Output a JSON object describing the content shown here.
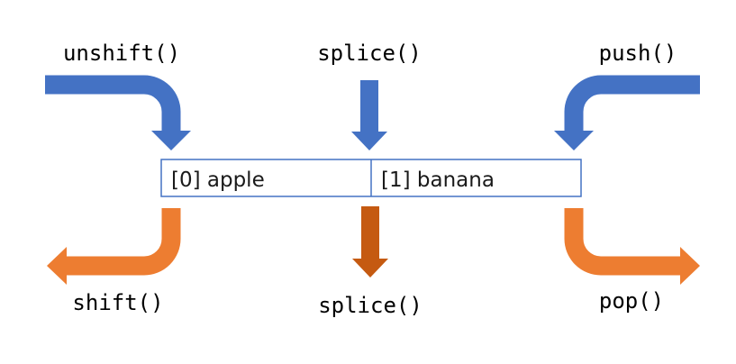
{
  "labels": {
    "unshift": "unshift()",
    "splice_in": "splice()",
    "push": "push()",
    "shift": "shift()",
    "splice_out": "splice()",
    "pop": "pop()"
  },
  "array": {
    "cells": [
      "[0] apple",
      "[1] banana"
    ]
  },
  "colors": {
    "insert_arrow": "#4472C4",
    "remove_arrow": "#ED7D31",
    "splice_out_arrow": "#C55A11",
    "array_border": "#4472C4"
  }
}
